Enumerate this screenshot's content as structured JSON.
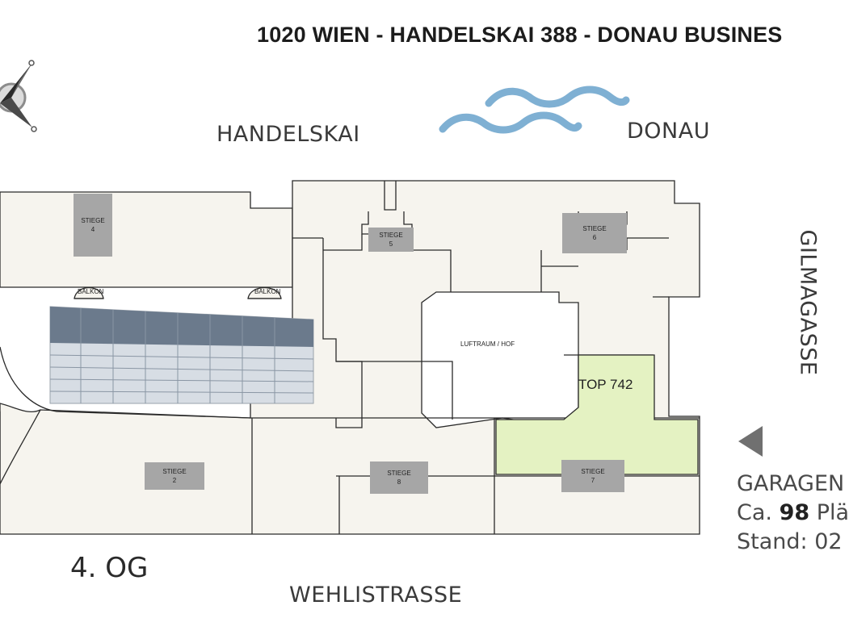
{
  "title": "1020 WIEN - HANDELSKAI 388 - DONAU BUSINES",
  "streets": {
    "north": "HANDELSKAI",
    "river": "DONAU",
    "south": "WEHLISTRASSE",
    "east": "GILMAGASSE"
  },
  "floor_label": "4. OG",
  "unit_label": "TOP 742",
  "courtyard_label": "LUFTRAUM / HOF",
  "balcony_label": "BALKON",
  "stairs": [
    {
      "label": "STIEGE",
      "number": "2"
    },
    {
      "label": "STIEGE",
      "number": "4"
    },
    {
      "label": "STIEGE",
      "number": "5"
    },
    {
      "label": "STIEGE",
      "number": "6"
    },
    {
      "label": "STIEGE",
      "number": "7"
    },
    {
      "label": "STIEGE",
      "number": "8"
    }
  ],
  "garage": {
    "line1": "GARAGEN",
    "line2_prefix": "Ca. ",
    "line2_count": "98",
    "line2_suffix": " Plä",
    "line3": "Stand: 02"
  },
  "colors": {
    "floor_fill": "#f6f4ee",
    "unit_highlight": "#e4f2c2",
    "stair_fill": "#a6a6a6",
    "water": "#7fb0d3",
    "wall": "#2a2a2a"
  }
}
